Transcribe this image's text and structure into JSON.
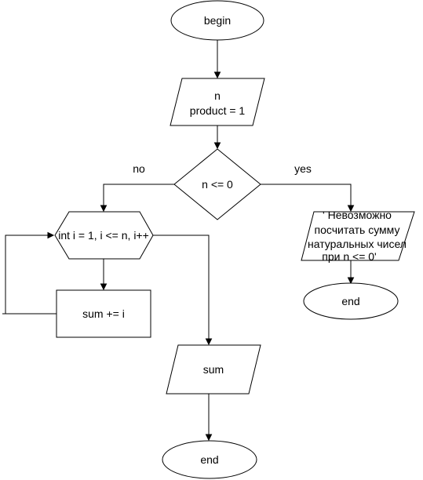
{
  "diagram": {
    "nodes": {
      "begin": {
        "label": "begin"
      },
      "input": {
        "line1": "n",
        "line2": "product = 1"
      },
      "decision": {
        "label": "n <= 0"
      },
      "loop": {
        "label": "int i = 1, i <= n, i++"
      },
      "sum_step": {
        "label": "sum += i"
      },
      "output_sum": {
        "label": "sum"
      },
      "end_main": {
        "label": "end"
      },
      "error_msg": {
        "line1": "' Невозможно",
        "line2": "посчитать сумму",
        "line3": "натуральных чисел",
        "line4": "при n <= 0'"
      },
      "end_error": {
        "label": "end"
      }
    },
    "edge_labels": {
      "no": "no",
      "yes": "yes"
    }
  }
}
